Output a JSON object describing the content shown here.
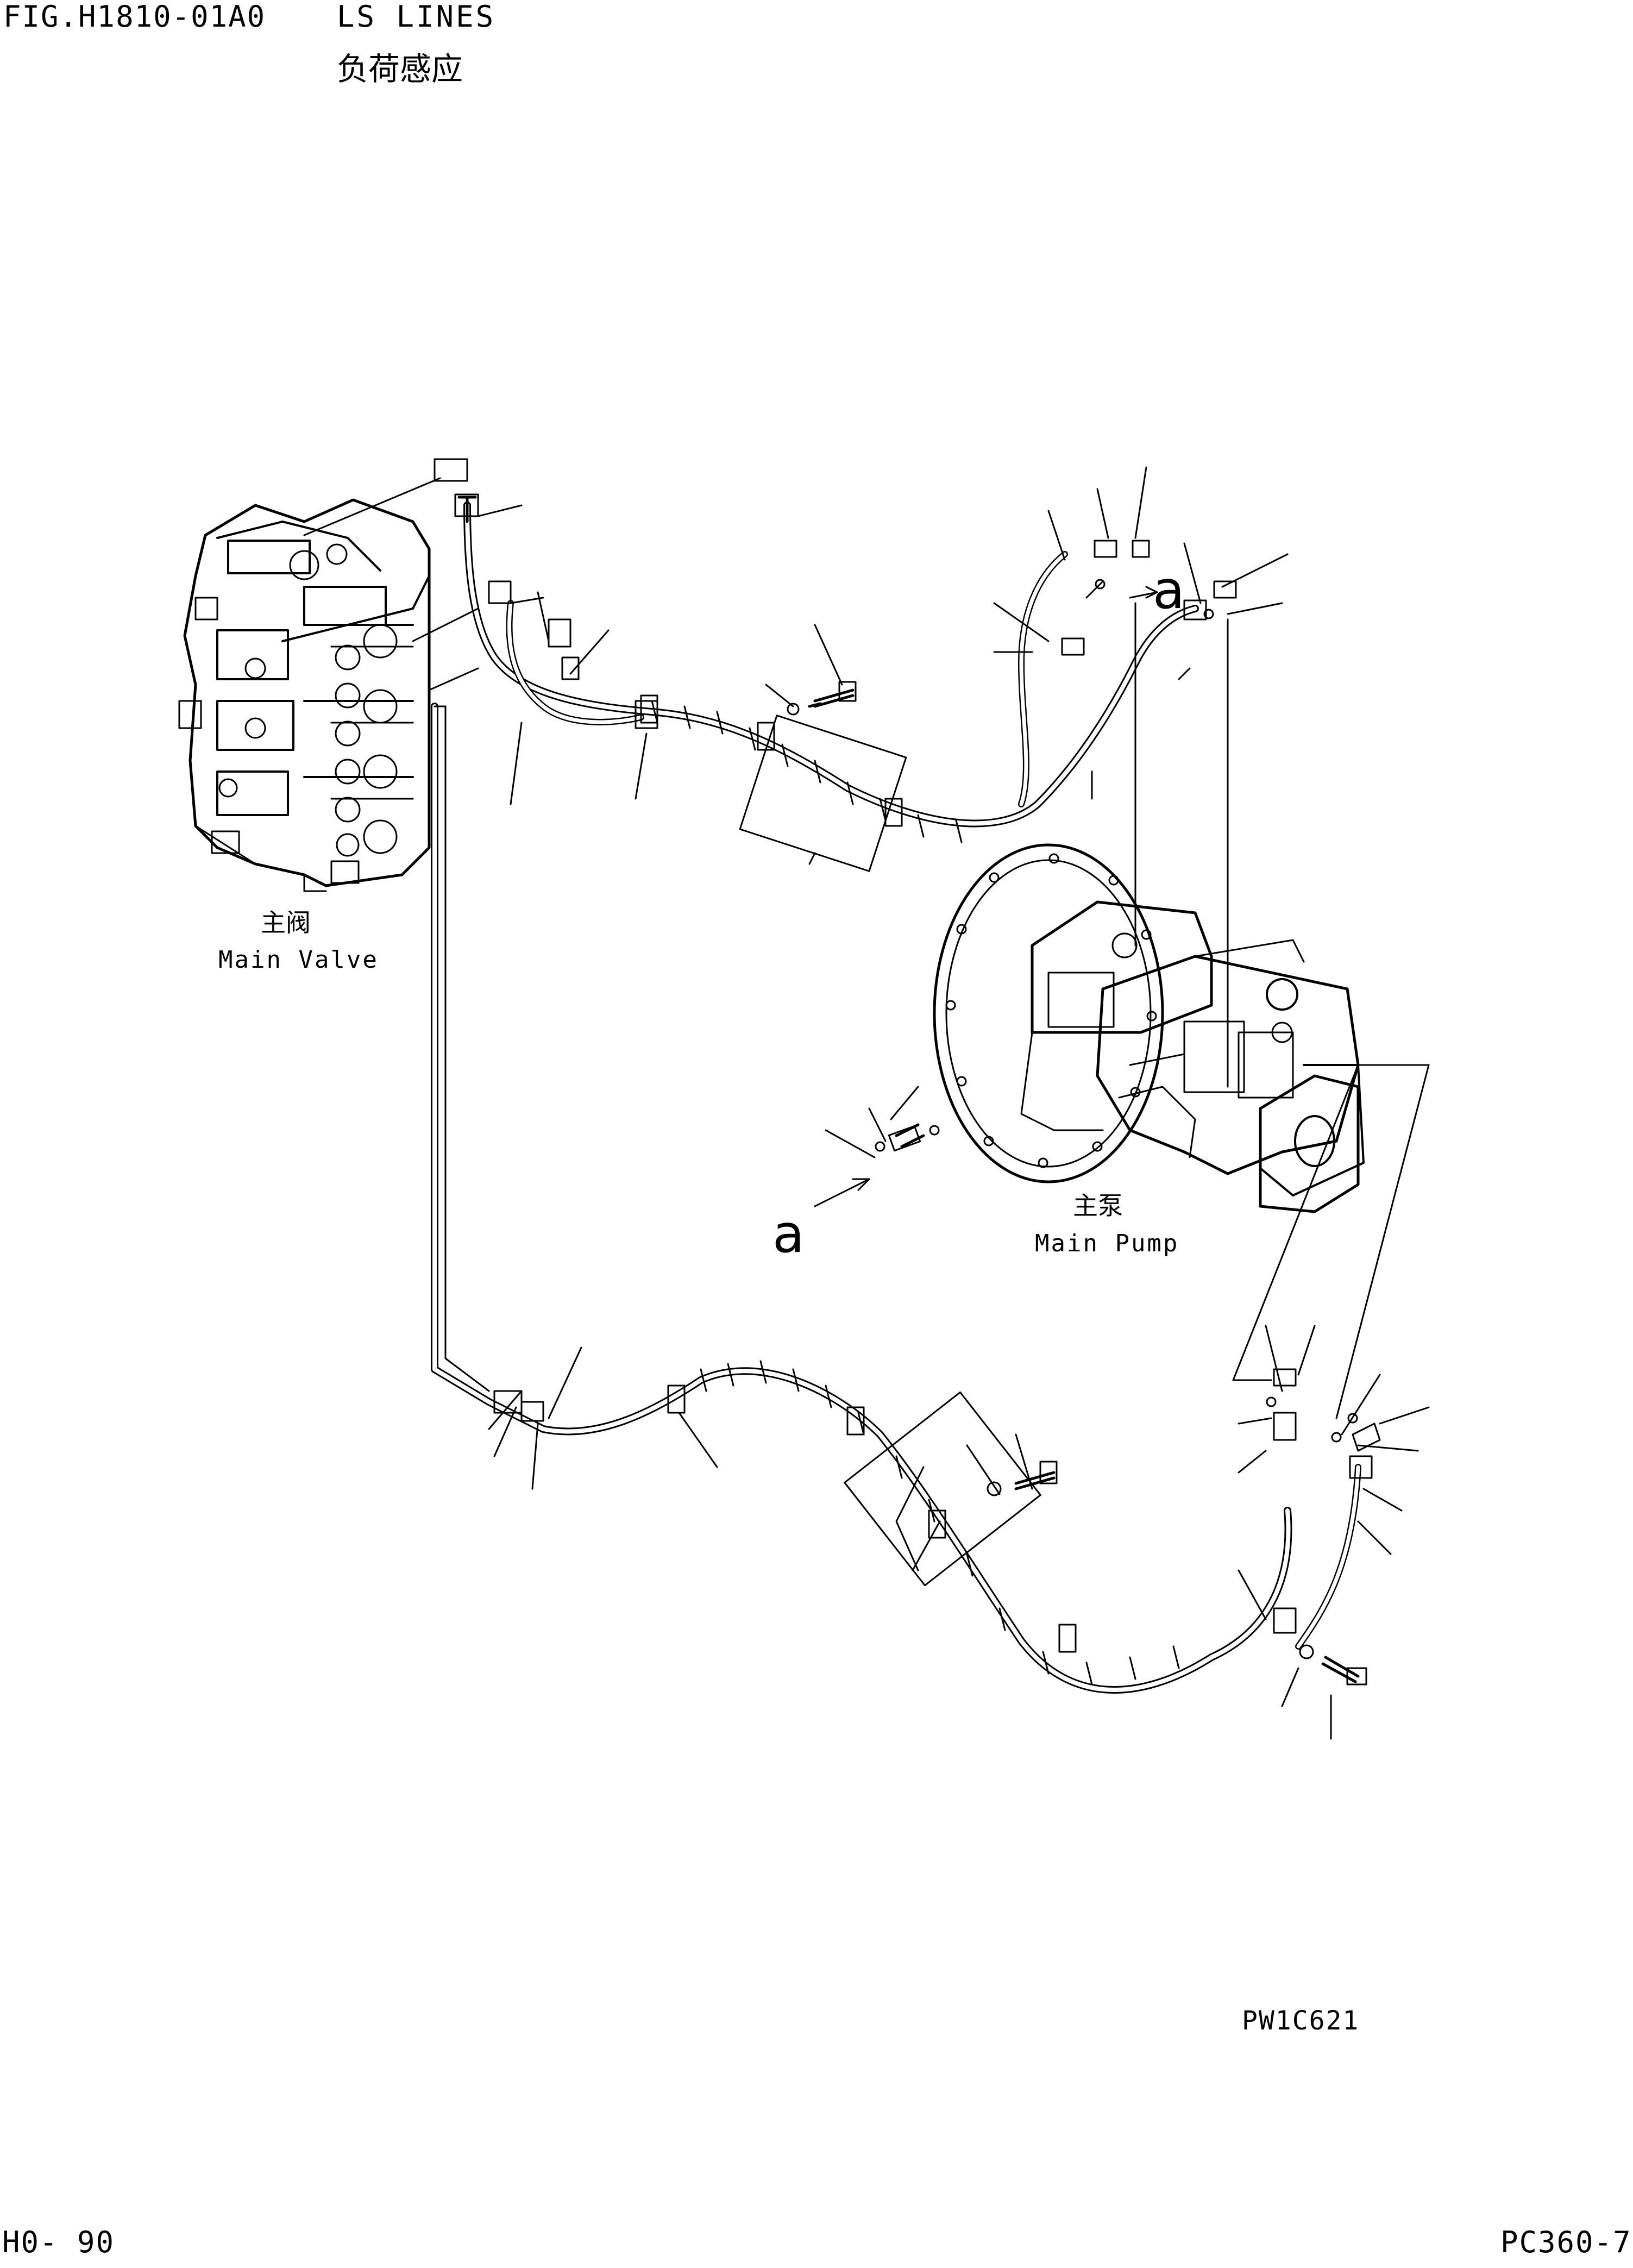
{
  "header": {
    "figure_number": "FIG.H1810-01A0",
    "title_en": "LS LINES",
    "title_zh": "负荷感应"
  },
  "labels": {
    "main_valve_zh": "主阀",
    "main_valve_en": "Main Valve",
    "main_pump_zh": "主泵",
    "main_pump_en": "Main Pump",
    "view_marker": "a",
    "view_marker_2": "a"
  },
  "footer": {
    "drawing_code": "PW1C621",
    "page_number": "H0- 90",
    "model": "PC360-7"
  },
  "colors": {
    "line": "#000000",
    "background": "#ffffff"
  }
}
